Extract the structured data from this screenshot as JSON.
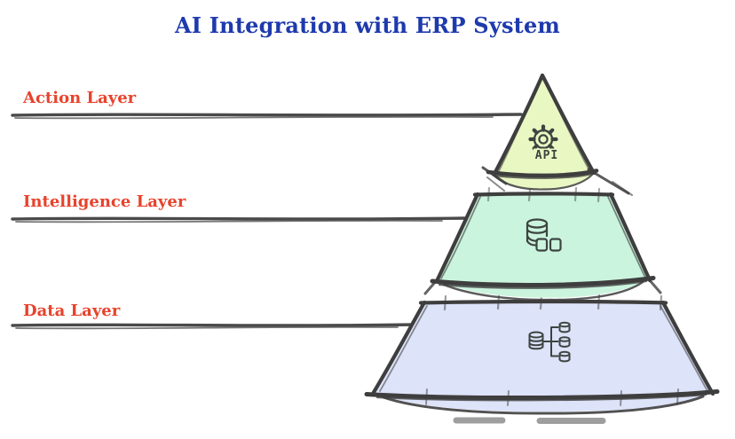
{
  "title": {
    "text": "AI Integration with ERP System",
    "color": "#1e3aad"
  },
  "layers": [
    {
      "name": "action",
      "label": "Action Layer",
      "fill": "#e9f8c3",
      "icon": "gear-api-icon",
      "icon_text": "API"
    },
    {
      "name": "intelligence",
      "label": "Intelligence Layer",
      "fill": "#cbf4de",
      "icon": "database-icon"
    },
    {
      "name": "data",
      "label": "Data Layer",
      "fill": "#dde3f8",
      "icon": "data-sources-icon"
    }
  ],
  "colors": {
    "label_text": "#e8432c",
    "outline": "#3e3e3e",
    "leader_line": "#4a4a4a",
    "icon_stroke": "#3d4440",
    "background": "#ffffff"
  }
}
